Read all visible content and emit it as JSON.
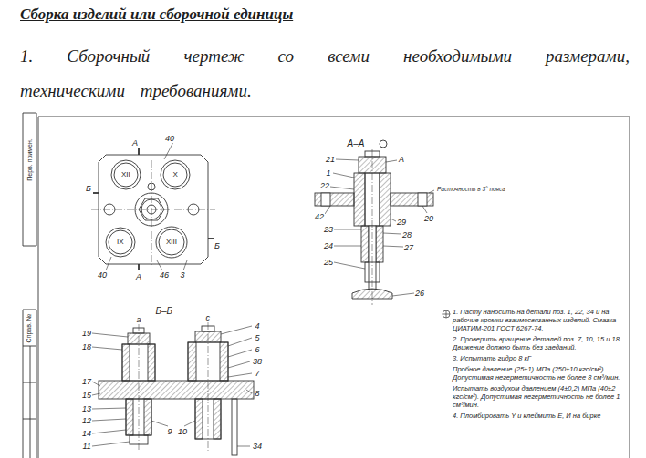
{
  "diagram": {
    "title": "Сборка изделий или сборочной единицы",
    "labels": [
      "1. Сборочный чертеж со всеми необходимыми размерами, техническими требованиями.",
      "Перв. примен.",
      "А",
      "40",
      "XII",
      "X",
      "Б",
      "IX",
      "XIII",
      "Б",
      "40",
      "А",
      "46",
      "3",
      "А–А",
      "21",
      "А",
      "1",
      "22",
      "42",
      "23",
      "24",
      "25",
      "26",
      "29",
      "28",
      "27",
      "20",
      "Расточность в 3° пояса",
      "Б–Б",
      "19",
      "18",
      "17",
      "15",
      "13",
      "12",
      "14",
      "11",
      "а",
      "с",
      "4",
      "5",
      "6",
      "38",
      "7",
      "8",
      "9",
      "10",
      "34",
      "1. Пасту наносить на детали поз. 1, 22, 34 и на рабочие кромки взаимосвязанных изделий. Смазка ЦИАТИМ-201 ГОСТ 6267-74.",
      "2. Проверить вращение деталей поз. 7, 10, 15 и 18. Движение должно быть без заеданий.",
      "3. Испытать гидро 8 кГ",
      "Пробное давление (25±1) МПа (250±10 кгс/см²). Допустимая негерметичность не более 8 см³/мин.",
      "Испытать воздухом давлением (4±0,2) МПа (40±2 кгс/см²). Допустимая негерметичность не более 1 см³/мин.",
      "4. Пломбировать Y и клеймить Е, И на бирке",
      "Справ. №"
    ]
  }
}
